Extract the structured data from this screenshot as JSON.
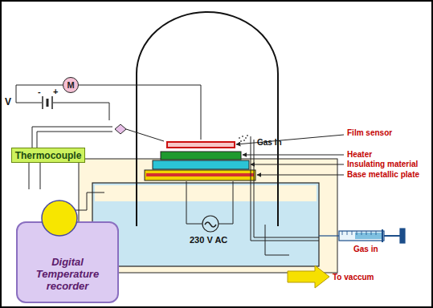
{
  "diagram": {
    "nodes": [
      {
        "text": [
          "Thermocouple"
        ]
      },
      {
        "text": [
          "Digital Temperature recorder"
        ]
      },
      {
        "text": [
          "M"
        ]
      }
    ],
    "labels": [
      "V",
      "-",
      "+",
      "Film sensor",
      "Gas In",
      "Heater",
      "Insulating material",
      "Base metallic plate",
      "230 V AC",
      "Gas in",
      "To vaccum"
    ]
  }
}
